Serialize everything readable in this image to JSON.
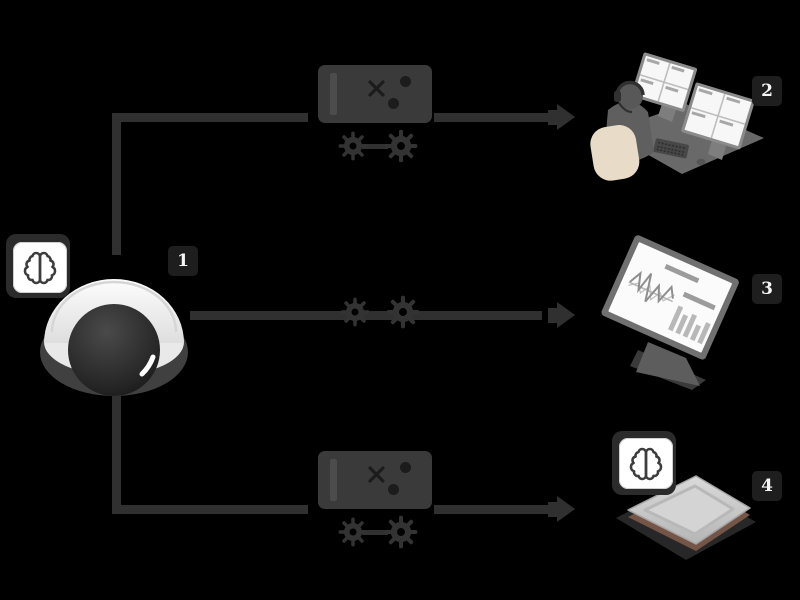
{
  "palette": {
    "background": "#000000",
    "connector_line": "#303030",
    "device_gray": "#3a3a3a",
    "device_detail": "#1c1c1c",
    "app_gear": "#333333",
    "badge_bg": "#1e1e1e",
    "badge_text": "#f5f5f5",
    "camera_white": "#f2f2f2",
    "lens_dark": "#1f1f1f",
    "brain_stroke": "#3d3d3d",
    "chair_beige": "#e8dcc8",
    "monitor_frame": "#707070",
    "screen_white": "#fbfbfb",
    "chart_gray": "#9c9c9c",
    "chip_gray": "#c9c9c9",
    "chip_substrate": "#745548"
  },
  "source": {
    "badge": "1",
    "icons": [
      "dome-camera",
      "brain-icon"
    ]
  },
  "rows": [
    {
      "badge": "2",
      "path_icons": [
        "recorder-box",
        "gear-icon",
        "gear-icon",
        "arrow-right"
      ],
      "target_icon": "operator-workstation"
    },
    {
      "badge": "3",
      "path_icons": [
        "gear-icon",
        "gear-icon",
        "arrow-right"
      ],
      "target_icon": "dashboard-monitor"
    },
    {
      "badge": "4",
      "path_icons": [
        "recorder-box",
        "gear-icon",
        "gear-icon",
        "arrow-right"
      ],
      "target_icon": "processor-chip-with-brain"
    }
  ]
}
